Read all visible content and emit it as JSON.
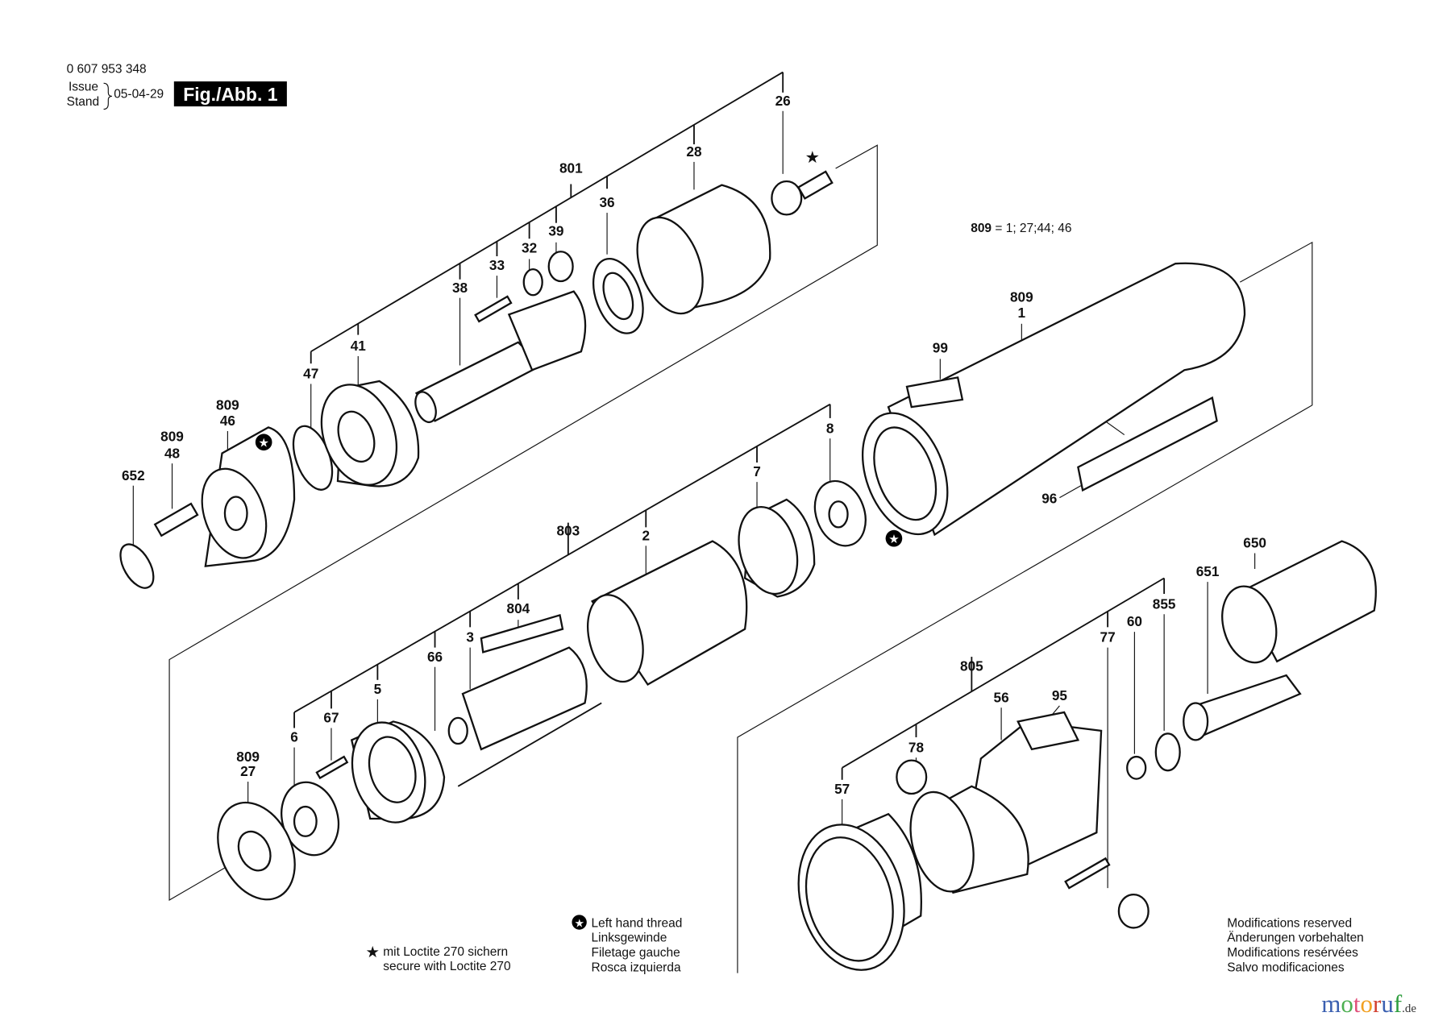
{
  "header": {
    "part_number": "0 607 953 348",
    "issue_label": "Issue",
    "stand_label": "Stand",
    "date": "05-04-29",
    "figure": "Fig./Abb. 1"
  },
  "formula": {
    "key": "809",
    "value": "= 1; 27;44; 46"
  },
  "labels": {
    "top": [
      "801",
      "26",
      "28",
      "36",
      "39",
      "32",
      "33",
      "38",
      "41",
      "47",
      "809",
      "46",
      "809",
      "48",
      "652"
    ],
    "middle": [
      "809",
      "1",
      "99",
      "96",
      "8",
      "7",
      "2",
      "803",
      "804",
      "3",
      "66",
      "5",
      "67",
      "6",
      "809",
      "27"
    ],
    "lower": [
      "650",
      "651",
      "855",
      "60",
      "77",
      "805",
      "56",
      "95",
      "78",
      "57"
    ]
  },
  "legend": {
    "loctite": [
      "mit Loctite 270 sichern",
      "secure with Loctite 270"
    ],
    "left_thread": [
      "Left hand thread",
      "Linksgewinde",
      "Filetage gauche",
      "Rosca izquierda"
    ],
    "modifications": [
      "Modifications reserved",
      "Änderungen vorbehalten",
      "Modifications resérvées",
      "Salvo modificaciones"
    ]
  },
  "watermark": {
    "brand": "motoruf",
    "tld": ".de",
    "colors": [
      "#3a5fb0",
      "#4caf50",
      "#e0507a",
      "#f2a020",
      "#d24030",
      "#3a5fb0",
      "#2e9e3e"
    ]
  },
  "icons": {
    "loctite": "star-icon",
    "left_thread": "circled-star-icon"
  }
}
